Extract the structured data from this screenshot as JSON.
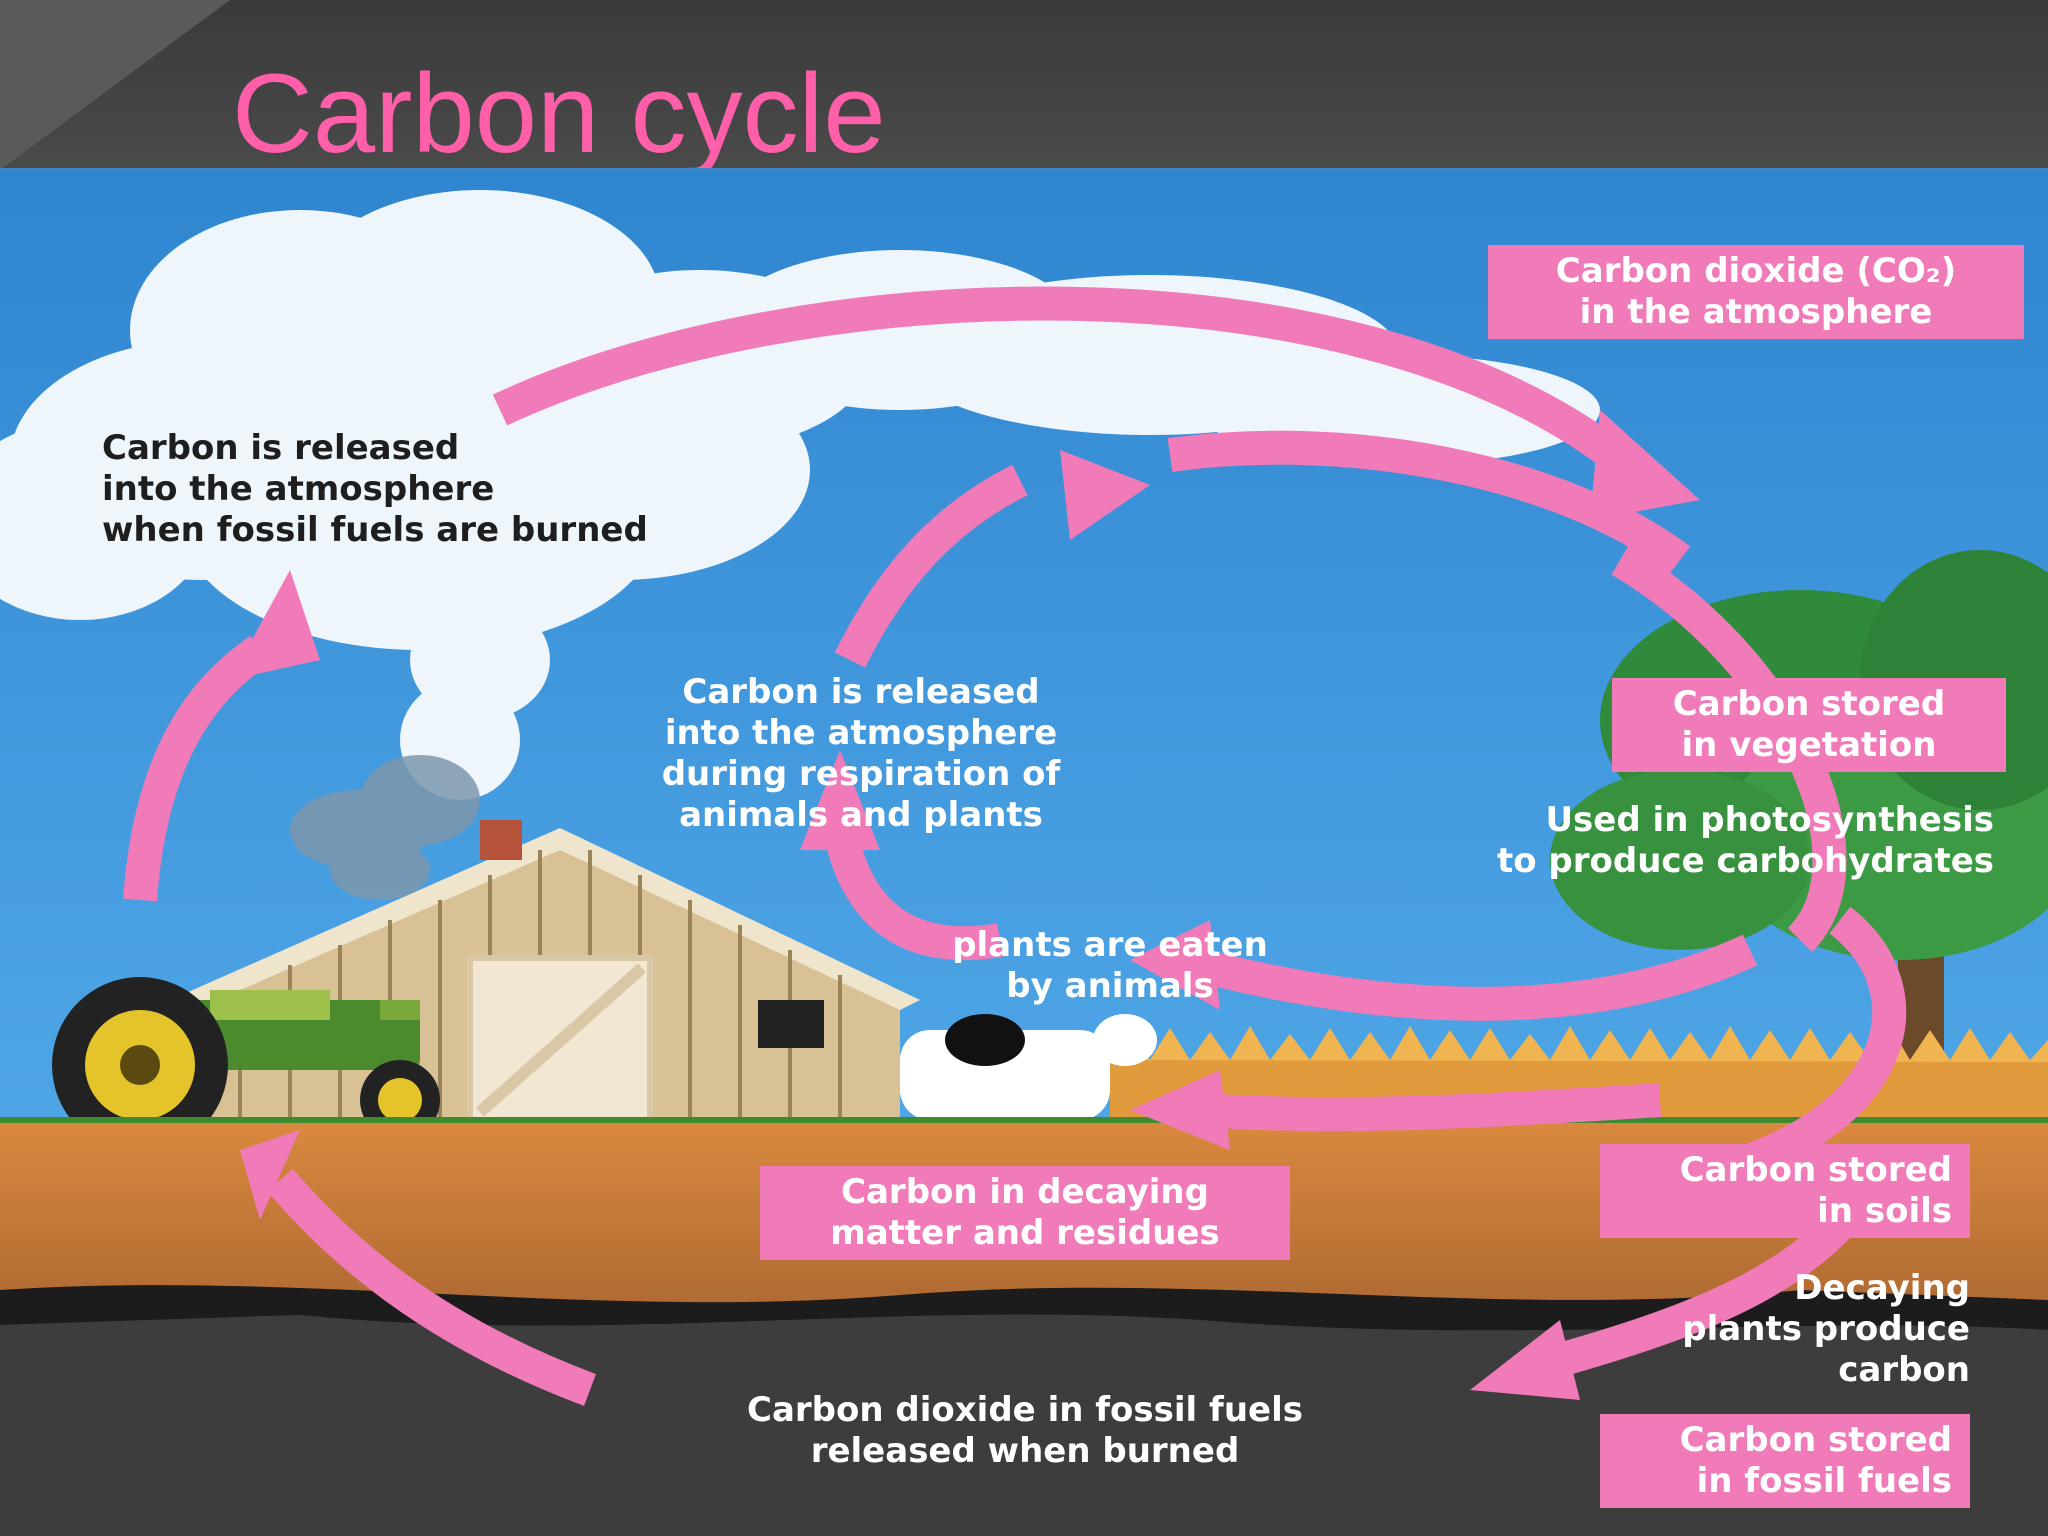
{
  "slide": {
    "title": "Carbon cycle"
  },
  "diagram": {
    "labels": {
      "co2_atmosphere": "Carbon dioxide (CO₂)\nin the atmosphere",
      "fossil_burned": "Carbon is released\ninto the atmosphere\nwhen fossil fuels are burned",
      "respiration": "Carbon is released\ninto the atmosphere\nduring respiration of\nanimals and plants",
      "vegetation": "Carbon stored\nin vegetation",
      "photosynthesis": "Used in photosynthesis\nto produce carbohydrates",
      "eaten": "plants are eaten\nby animals",
      "decaying_matter": "Carbon in decaying\nmatter and residues",
      "soils": "Carbon stored\nin soils",
      "decaying_plants": "Decaying\nplants produce\ncarbon",
      "fossil_fuels_released": "Carbon dioxide in fossil fuels\nreleased when burned",
      "fossil_fuels_stored": "Carbon stored\nin fossil fuels"
    }
  },
  "colors": {
    "title": "#ff5fa8",
    "arrow": "#f07bb8",
    "sky": "#3a8fd6",
    "ground": "#c97a3a",
    "underground": "#3c3c3c"
  }
}
